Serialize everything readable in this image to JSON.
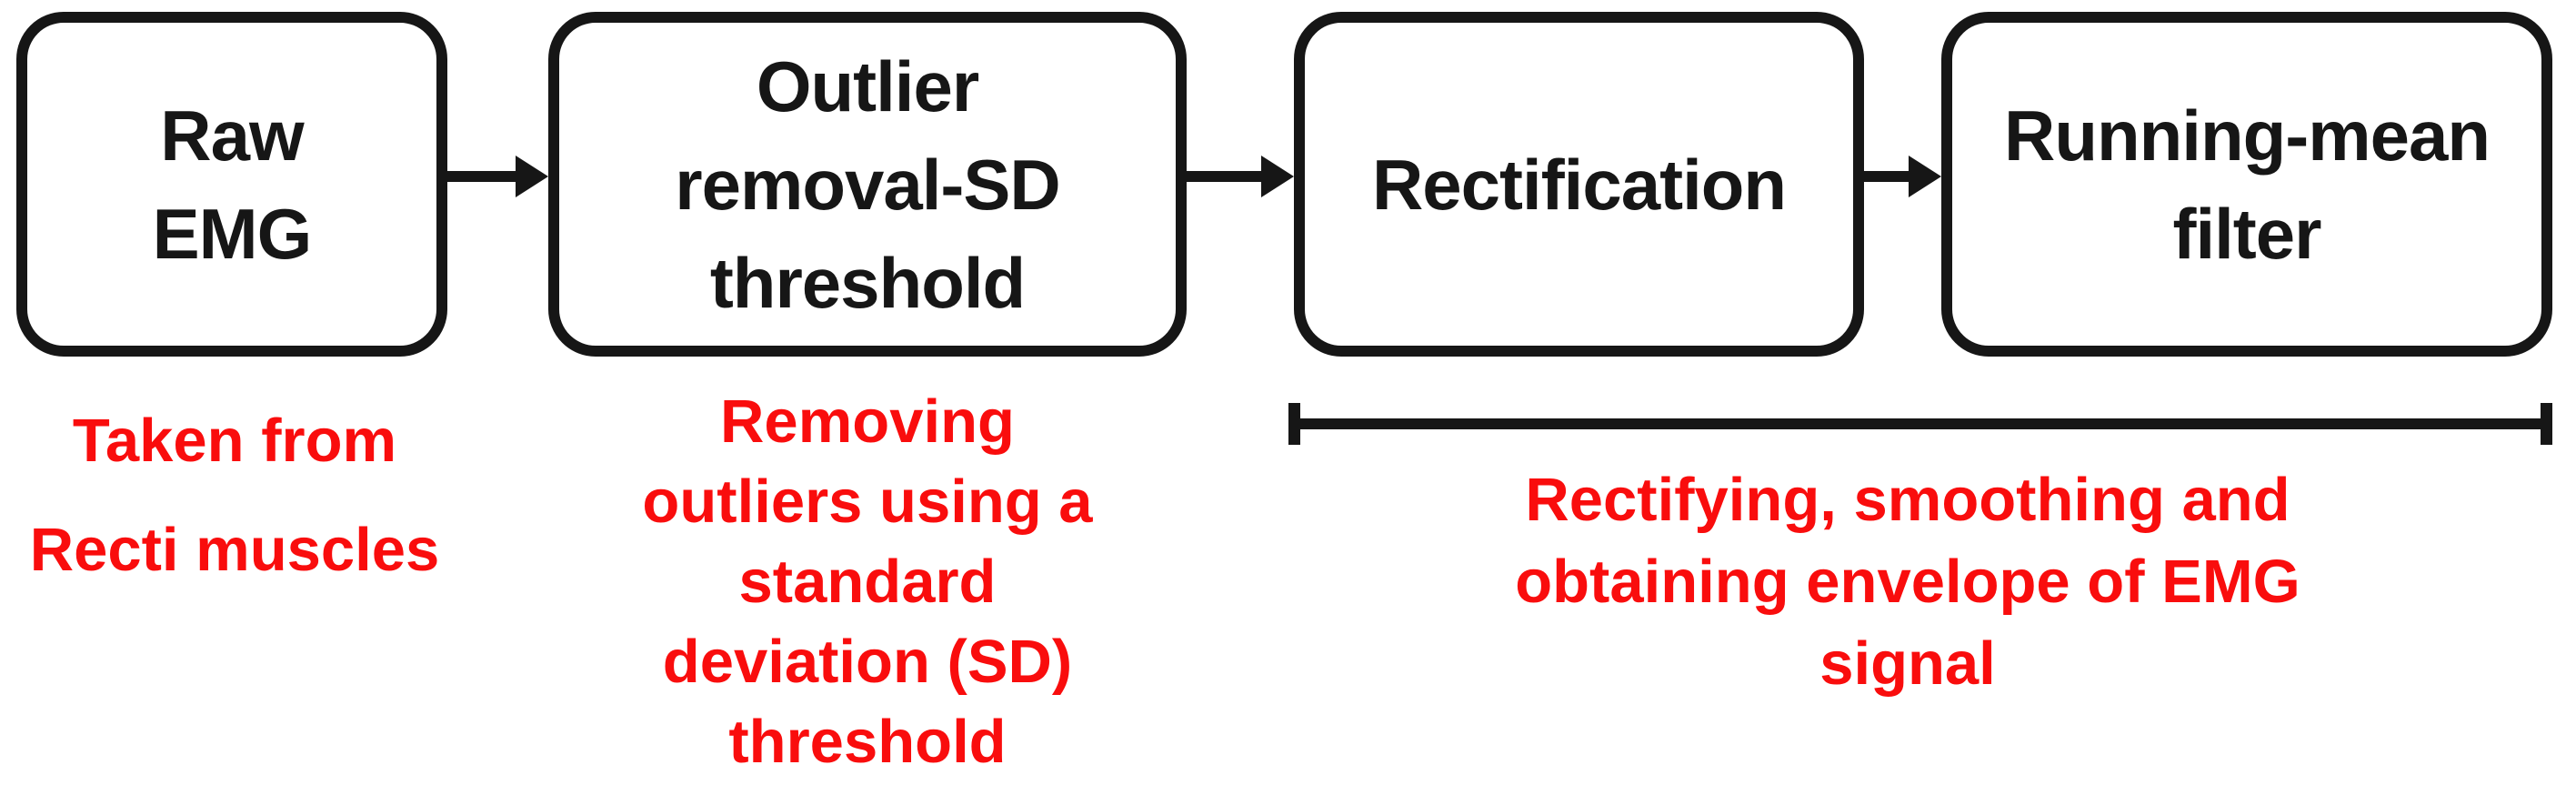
{
  "flowchart": {
    "steps": [
      {
        "id": "raw-emg",
        "label": "Raw\nEMG",
        "annotation": "Taken from\nRecti muscles"
      },
      {
        "id": "outlier-removal-sd-threshold",
        "label": "Outlier\nremoval-SD\nthreshold",
        "annotation": "Removing\noutliers using a\nstandard\ndeviation (SD)\nthreshold"
      },
      {
        "id": "rectification",
        "label": "Rectification"
      },
      {
        "id": "running-mean-filter",
        "label": "Running-mean\nfilter"
      }
    ],
    "group_annotation": "Rectifying, smoothing and\nobtaining envelope of EMG\nsignal",
    "colors": {
      "box_outline": "#161616",
      "box_text": "#161616",
      "annotation_red": "#f90d0d",
      "background": "#ffffff"
    }
  }
}
